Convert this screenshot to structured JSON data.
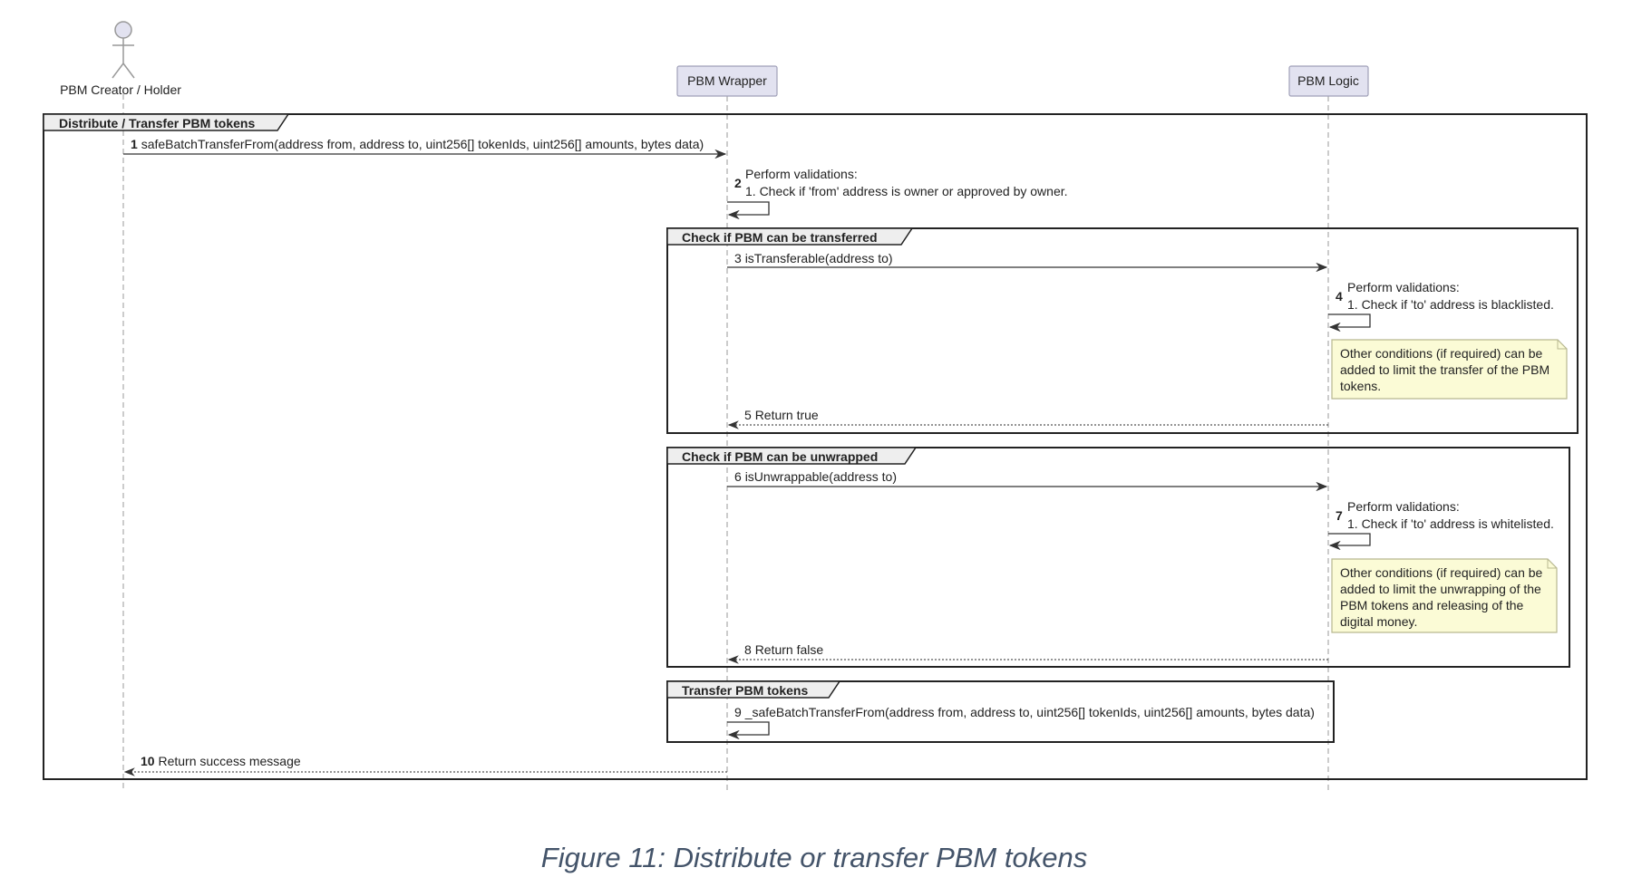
{
  "participants": {
    "actor": "PBM Creator / Holder",
    "wrapper": "PBM Wrapper",
    "logic": "PBM Logic"
  },
  "frames": {
    "outer": "Distribute / Transfer PBM tokens",
    "transfer_check": "Check if PBM can be transferred",
    "unwrap_check": "Check if PBM can be unwrapped",
    "transfer": "Transfer PBM tokens"
  },
  "messages": [
    {
      "num": "1",
      "text": "safeBatchTransferFrom(address from, address to, uint256[] tokenIds, uint256[] amounts, bytes data)"
    },
    {
      "num": "2",
      "line1": "Perform validations:",
      "line2": "1. Check if 'from' address is owner or approved by owner."
    },
    {
      "num": "3",
      "text": "isTransferable(address to)"
    },
    {
      "num": "4",
      "line1": "Perform validations:",
      "line2": "1. Check if 'to' address is blacklisted."
    },
    {
      "num": "5",
      "text": "Return true"
    },
    {
      "num": "6",
      "text": "isUnwrappable(address to)"
    },
    {
      "num": "7",
      "line1": "Perform validations:",
      "line2": "1. Check if 'to' address is whitelisted."
    },
    {
      "num": "8",
      "text": "Return false"
    },
    {
      "num": "9",
      "text": "_safeBatchTransferFrom(address from, address to, uint256[] tokenIds, uint256[] amounts, bytes data)"
    },
    {
      "num": "10",
      "text": "Return success message"
    }
  ],
  "notes": {
    "transfer": [
      "Other conditions (if required) can be",
      "added to limit the transfer of the PBM",
      "tokens."
    ],
    "unwrap": [
      "Other conditions (if required) can be",
      "added to limit the unwrapping of the",
      "PBM tokens and releasing of the",
      "digital money."
    ]
  },
  "caption": "Figure 11: Distribute or transfer PBM tokens"
}
